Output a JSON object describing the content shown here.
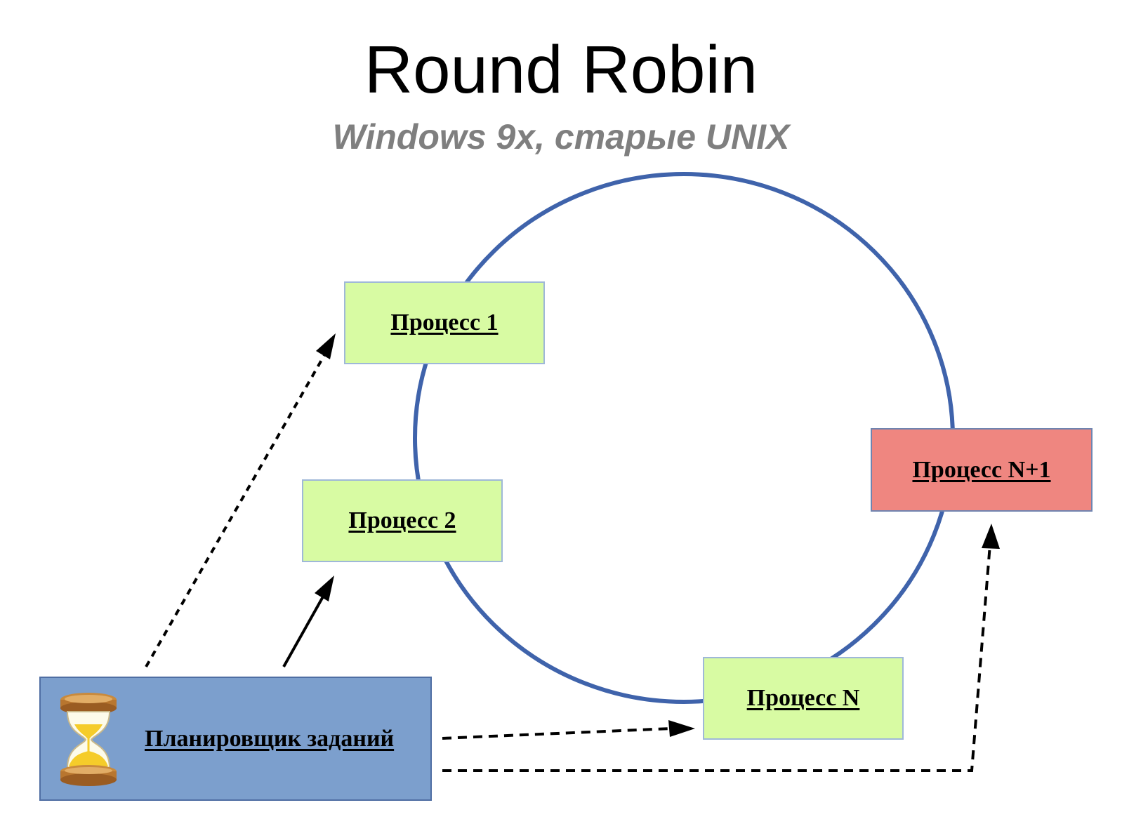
{
  "title": "Round Robin",
  "subtitle": "Windows 9x, старые UNIX",
  "processes": {
    "p1": "Процесс 1",
    "p2": "Процесс 2",
    "pN": "Процесс N",
    "pN1": "Процесс N+1"
  },
  "scheduler": {
    "label": "Планировщик заданий",
    "icon": "hourglass-icon"
  },
  "colors": {
    "circle": "#3f63ab",
    "process_fill": "#d8fba3",
    "next_process_fill": "#ef8680",
    "scheduler_fill": "#7c9fcd",
    "subtitle": "#7f7f7f",
    "arrow": "#000000"
  }
}
